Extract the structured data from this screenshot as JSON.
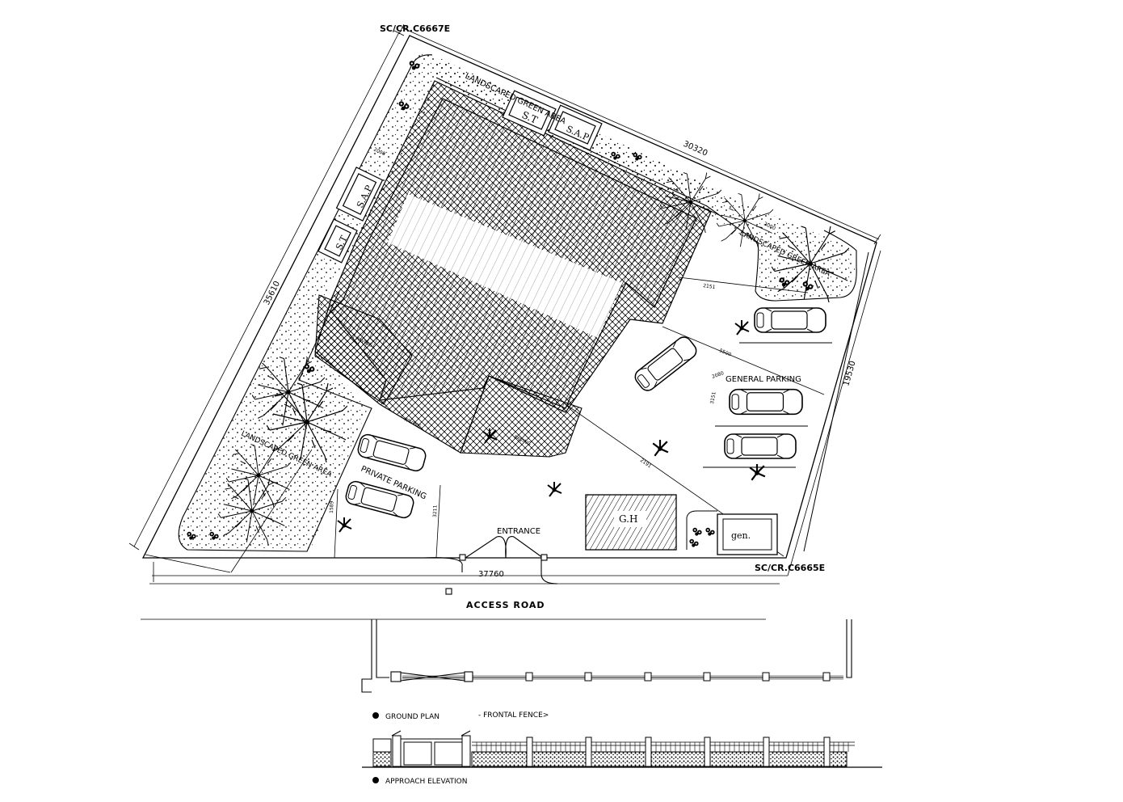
{
  "corner_labels": {
    "north": "SC/CR.C6667E",
    "south": "SC/CR.C6665E"
  },
  "dimensions": {
    "north_side": "30320",
    "west_side": "35610",
    "east_side": "19530",
    "south_side": "37760",
    "small": [
      "2000",
      "2000",
      "3151",
      "2080",
      "2151",
      "5500",
      "2191",
      "1000",
      "1000",
      "3211",
      "1589"
    ]
  },
  "areas": {
    "landscaped_north": "LANDSCAPED GREEN AREA",
    "landscaped_west": "LANDSCAPED GREEN AREA",
    "landscaped_east": "LANDSCAPED GREEN AREA",
    "st": "S.T",
    "sap_north": "S.A.P",
    "sap_west": "S.A.P",
    "st_west": "S.T",
    "general_parking": "GENERAL PARKING",
    "private_parking": "PRIVATE PARKING",
    "entrance": "ENTRANCE",
    "gh": "G.H",
    "gen": "gen.",
    "access_road": "ACCESS  ROAD",
    "paving": [
      "PAVING",
      "PAVING",
      "PAVING"
    ]
  },
  "legend": {
    "ground_plan": "GROUND PLAN",
    "frontal_fence": "-  FRONTAL FENCE>",
    "approach_elevation": "APPROACH ELEVATION"
  },
  "icons": [
    "tree-icon",
    "car-icon",
    "shrub-icon",
    "plant-icon",
    "legend-bullet-icon"
  ]
}
